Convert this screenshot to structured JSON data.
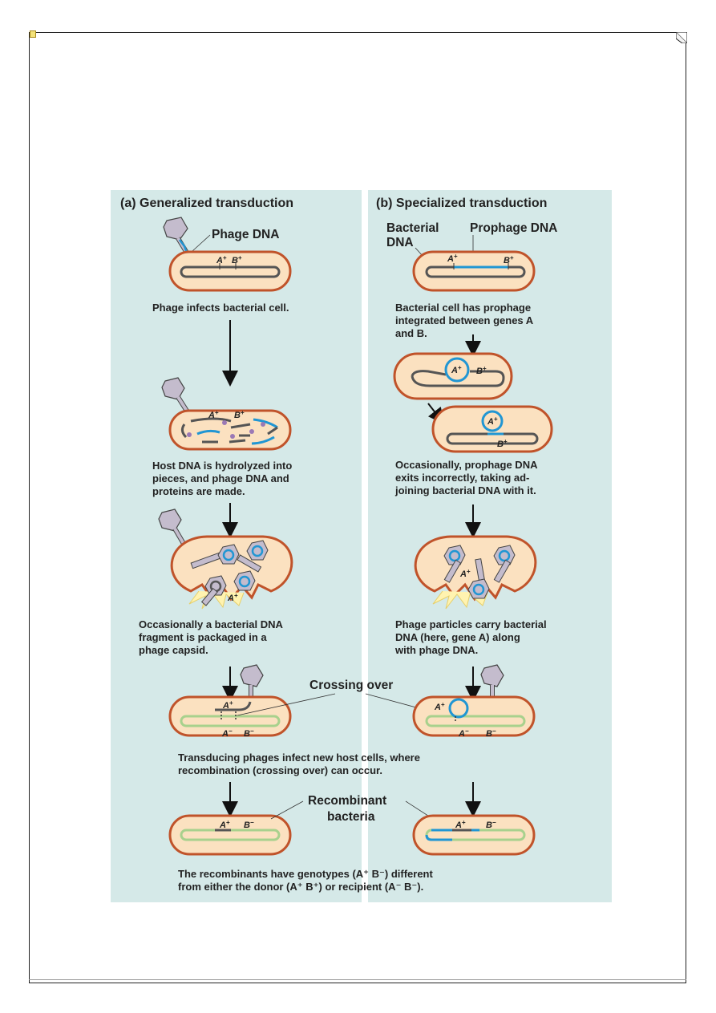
{
  "panels": {
    "a_title": "(a) Generalized transduction",
    "b_title": "(b) Specialized transduction"
  },
  "labels": {
    "phage_dna": "Phage DNA",
    "bacterial": "Bacterial",
    "dna": "DNA",
    "prophage_dna": "Prophage DNA",
    "crossing_over": "Crossing over",
    "recombinant": "Recombinant",
    "bacteria": "bacteria"
  },
  "genes": {
    "A": "A",
    "B": "B",
    "plus": "+",
    "minus": "−"
  },
  "captions": {
    "a1": [
      "Phage infects bacterial cell."
    ],
    "a2": [
      "Host DNA is hydrolyzed into",
      "pieces, and phage DNA and",
      "proteins are made."
    ],
    "a3": [
      "Occasionally a bacterial DNA",
      "fragment is packaged in a",
      "phage capsid."
    ],
    "b1": [
      "Bacterial cell has prophage",
      "integrated between genes A",
      "and B."
    ],
    "b2": [
      "Occasionally, prophage DNA",
      "exits incorrectly, taking ad-",
      "joining bacterial DNA with it."
    ],
    "b3": [
      "Phage particles carry bacterial",
      "DNA (here, gene A) along",
      "with phage DNA."
    ],
    "shared1": [
      "Transducing phages infect new host cells, where",
      "recombination (crossing over) can occur."
    ],
    "shared2": [
      "The recombinants have genotypes (A⁺ B⁻) different",
      "from either the donor (A⁺ B⁺) or recipient (A⁻ B⁻)."
    ]
  },
  "colors": {
    "panel_bg": "#d5e9e8",
    "cell_fill": "#fbe1c0",
    "cell_border": "#c0532a",
    "host_dna": "#555555",
    "phage_dna": "#2196d3",
    "recipient_dna": "#a8d18d",
    "phage_body": "#c4bccd"
  }
}
